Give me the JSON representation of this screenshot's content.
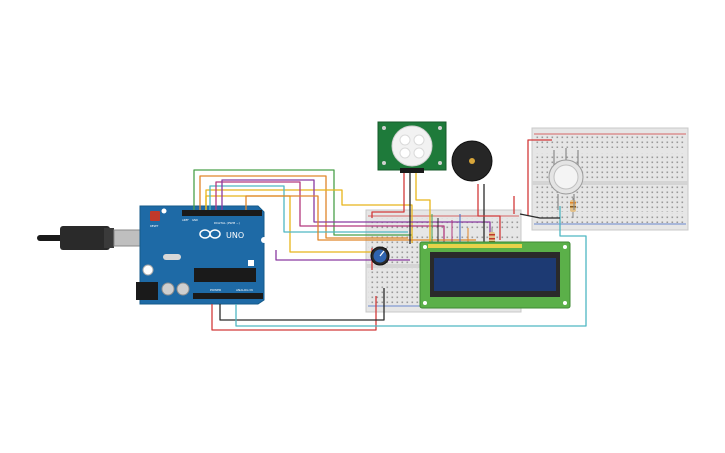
{
  "board": {
    "brand": "UNO",
    "header_digital": "DIGITAL (PWM ~)",
    "header_power": "POWER",
    "header_analog": "ANALOG IN",
    "reset_label": "RESET",
    "aref_label": "AREF",
    "gnd_label": "GND"
  },
  "components": [
    "arduino-uno",
    "usb-cable",
    "pir-motion-sensor",
    "piezo-buzzer",
    "potentiometer",
    "lcd-16x2",
    "gas-sensor",
    "breadboard-main",
    "breadboard-small",
    "resistor"
  ],
  "colors": {
    "board": "#1e6aa6",
    "pcb_green": "#1e7a3a",
    "lcd_frame": "#5bb049",
    "lcd_screen": "#1d3a73",
    "wire_red": "#d23a3a",
    "wire_black": "#2b2b2b",
    "wire_yellow": "#e8b51a",
    "wire_green": "#4aa04a",
    "wire_purple": "#8a3aa0",
    "wire_orange": "#e0862a",
    "wire_teal": "#4fb6c2",
    "wire_magenta": "#b3397e",
    "wire_blue": "#3f68c4"
  }
}
